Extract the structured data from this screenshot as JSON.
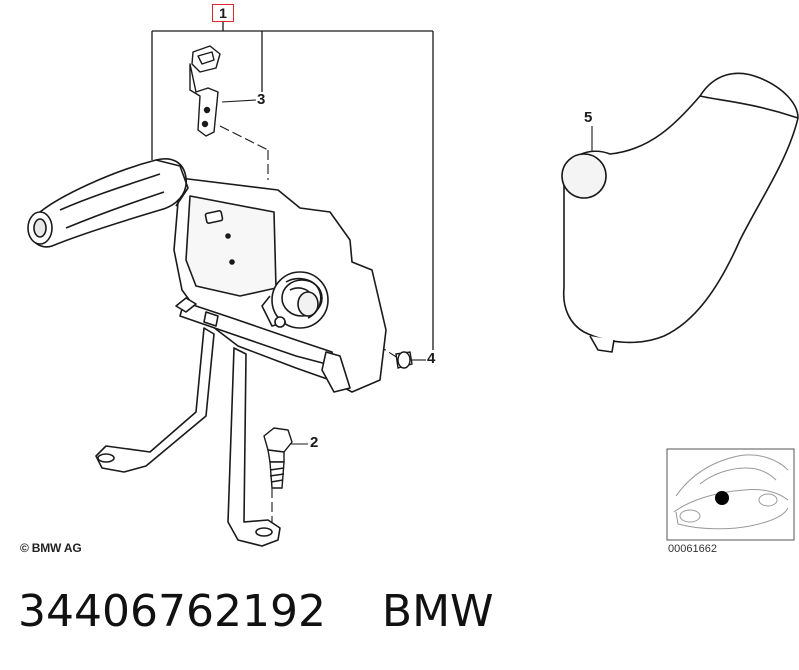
{
  "callouts": {
    "one": "1",
    "two": "2",
    "three": "3",
    "four": "4",
    "five": "5"
  },
  "copyright": "© BMW AG",
  "diagram_code": "00061662",
  "caption": {
    "part_number": "34406762192",
    "brand": "BMW"
  },
  "colors": {
    "callout_box": "#e0262c",
    "line": "#1a1a1a",
    "locator_dot": "#000000"
  }
}
